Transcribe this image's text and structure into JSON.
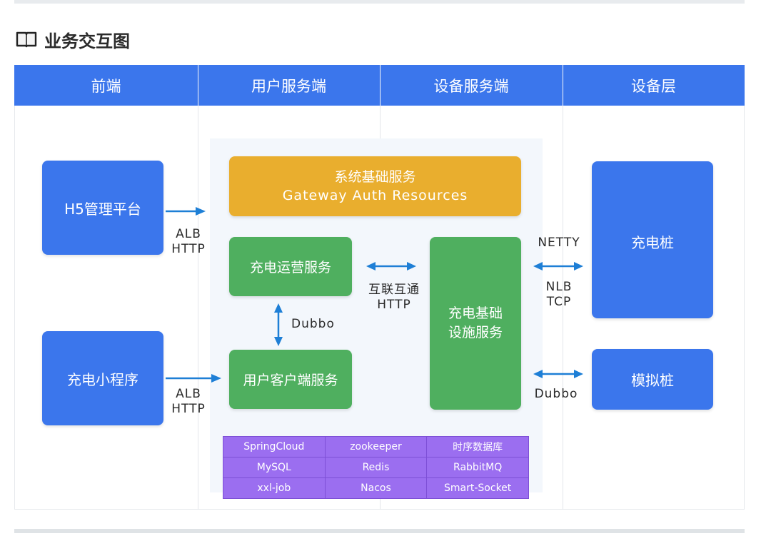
{
  "title": "业务交互图",
  "title_icon": "book-icon",
  "columns": [
    "前端",
    "用户服务端",
    "设备服务端",
    "设备层"
  ],
  "frontend": {
    "h5": "H5管理平台",
    "miniprogram": "充电小程序"
  },
  "links": {
    "h5_proto_1": "ALB",
    "h5_proto_2": "HTTP",
    "mini_proto_1": "ALB",
    "mini_proto_2": "HTTP",
    "ops_infra_1": "互联互通",
    "ops_infra_2": "HTTP",
    "ops_user": "Dubbo",
    "pile_top": "NETTY",
    "pile_bottom_1": "NLB",
    "pile_bottom_2": "TCP",
    "sim": "Dubbo"
  },
  "services": {
    "base_title": "系统基础服务",
    "base_sub": "Gateway Auth Resources",
    "ops": "充电运营服务",
    "user_client": "用户客户端服务",
    "infra_1": "充电基础",
    "infra_2": "设施服务"
  },
  "devices": {
    "pile": "充电桩",
    "sim_pile": "模拟桩"
  },
  "tech_stack": [
    [
      "SpringCloud",
      "zookeeper",
      "时序数据库"
    ],
    [
      "MySQL",
      "Redis",
      "RabbitMQ"
    ],
    [
      "xxl-job",
      "Nacos",
      "Smart-Socket"
    ]
  ],
  "colors": {
    "header_blue": "#3b76ec",
    "service_green": "#4faf5f",
    "base_yellow": "#e9ae2e",
    "tech_purple": "#9b6ef0",
    "arrow_blue": "#1e7fd6"
  }
}
